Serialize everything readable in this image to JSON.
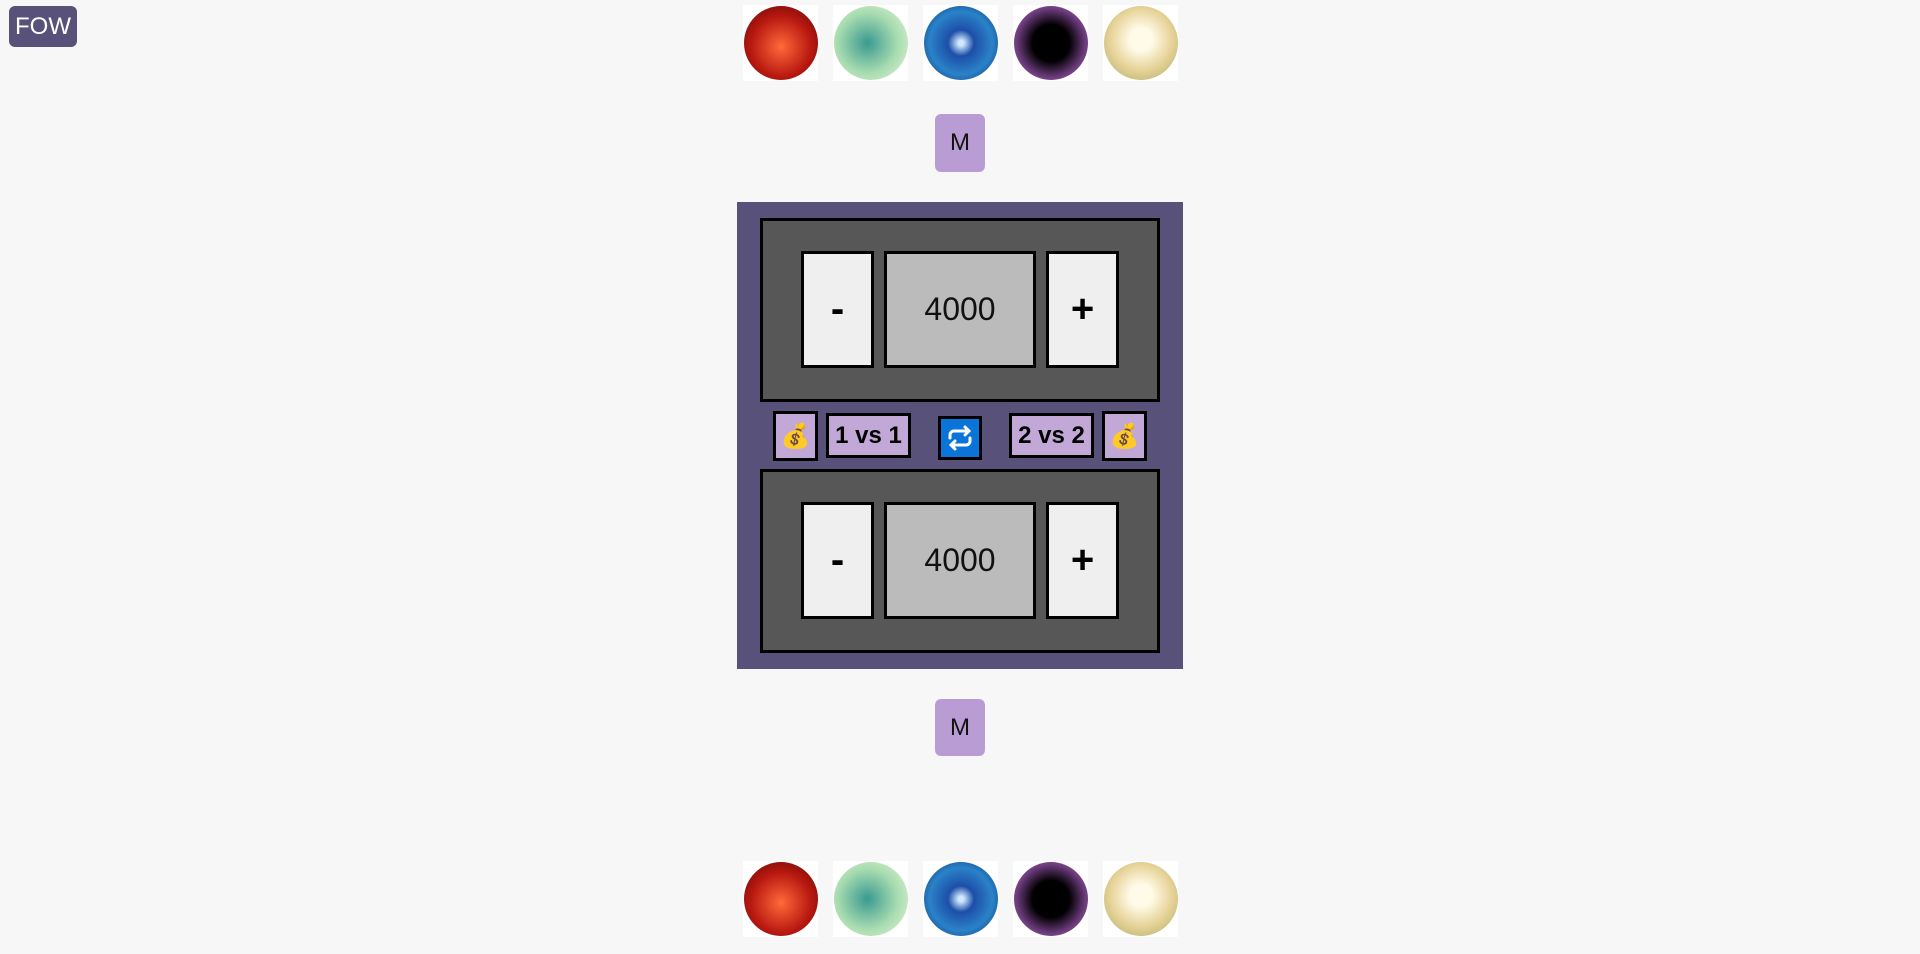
{
  "app": {
    "logo_button": "FOW"
  },
  "orbs": [
    {
      "name": "fire",
      "color": "#c8281a"
    },
    {
      "name": "wind",
      "color": "#7cc7a0"
    },
    {
      "name": "water",
      "color": "#1a5fb5"
    },
    {
      "name": "darkness",
      "color": "#2a1a3a"
    },
    {
      "name": "light",
      "color": "#e8d49a"
    }
  ],
  "top_player": {
    "menu_label": "M",
    "life": "4000",
    "minus": "-",
    "plus": "+"
  },
  "bottom_player": {
    "menu_label": "M",
    "life": "4000",
    "minus": "-",
    "plus": "+"
  },
  "controls": {
    "mode_1": "1 vs 1",
    "mode_2": "2 vs 2",
    "money_icon": "💰"
  }
}
